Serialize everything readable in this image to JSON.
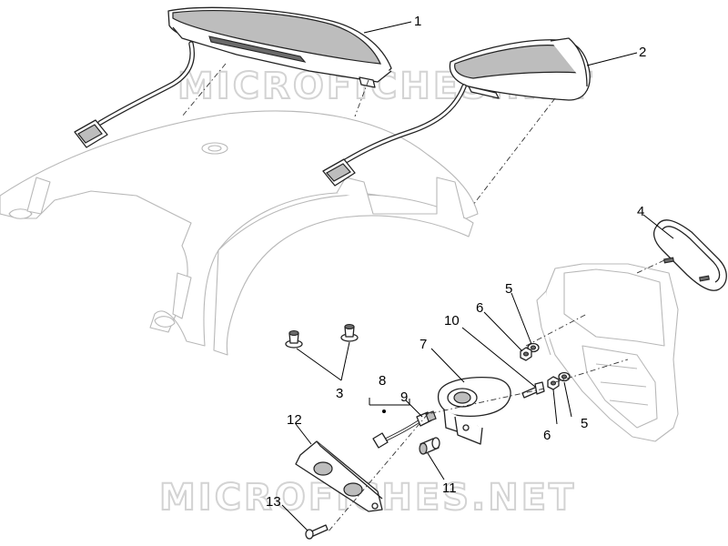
{
  "watermark": {
    "top": "MICROFICHES.NET",
    "bottom": "MICROFICHES.NET",
    "color": "#d3d3d3"
  },
  "callouts": [
    {
      "id": "c1",
      "label": "1"
    },
    {
      "id": "c2",
      "label": "2"
    },
    {
      "id": "c3",
      "label": "3"
    },
    {
      "id": "c4",
      "label": "4"
    },
    {
      "id": "c5a",
      "label": "5"
    },
    {
      "id": "c5b",
      "label": "5"
    },
    {
      "id": "c6a",
      "label": "6"
    },
    {
      "id": "c6b",
      "label": "6"
    },
    {
      "id": "c7",
      "label": "7"
    },
    {
      "id": "c8",
      "label": "8"
    },
    {
      "id": "c9",
      "label": "9"
    },
    {
      "id": "c10",
      "label": "10"
    },
    {
      "id": "c11",
      "label": "11"
    },
    {
      "id": "c12",
      "label": "12"
    },
    {
      "id": "c13",
      "label": "13"
    }
  ],
  "colors": {
    "line": "#222222",
    "shade": "#bdbdbd",
    "faint_outline": "#b8b8b8",
    "background": "#ffffff"
  },
  "icons": [
    "tail-light-icon",
    "connector-icon",
    "screw-icon",
    "washer-icon",
    "nut-icon",
    "bulb-icon"
  ]
}
